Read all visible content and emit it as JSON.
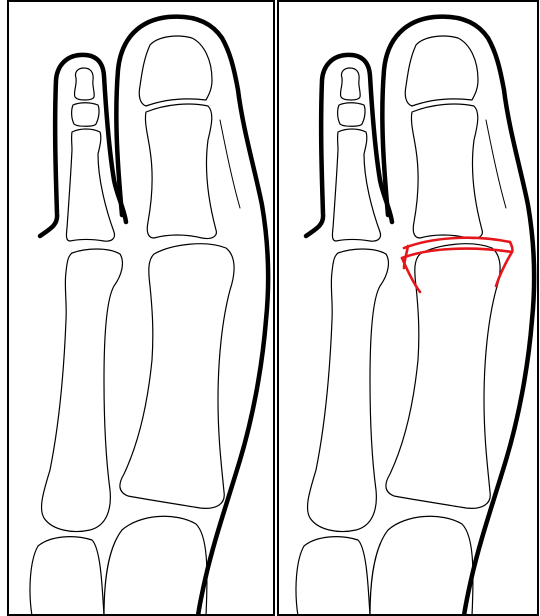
{
  "figure": {
    "panels": [
      {
        "id": "left",
        "content": "toe-bones-outline"
      },
      {
        "id": "right",
        "content": "toe-bones-outline-with-fracture"
      }
    ]
  },
  "colors": {
    "outline": "#000000",
    "background": "#ffffff",
    "fracture_highlight": "#e4161b"
  }
}
